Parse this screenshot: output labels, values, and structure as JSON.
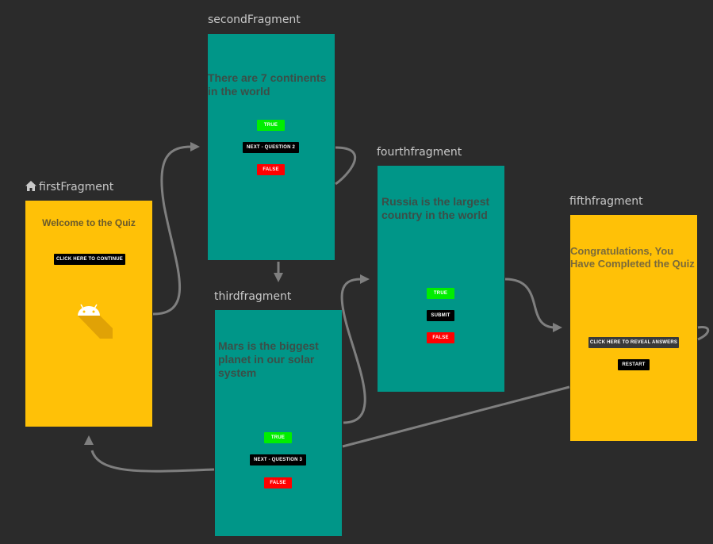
{
  "colors": {
    "canvas": "#2b2b2b",
    "arrow": "#7f7f7f",
    "yellow_screen": "#ffc107",
    "teal_screen": "#009688",
    "true_button": "#00ee00",
    "false_button": "#ff0000"
  },
  "first": {
    "label": "firstFragment",
    "title": "Welcome to the Quiz",
    "button": "CLICK HERE TO CONTINUE",
    "icon": "android-icon"
  },
  "second": {
    "label": "secondFragment",
    "question": "There are 7 continents in the world",
    "true_btn": "TRUE",
    "next_btn": "NEXT - QUESTION 2",
    "false_btn": "FALSE"
  },
  "third": {
    "label": "thirdfragment",
    "question": "Mars is the biggest planet in our solar system",
    "true_btn": "TRUE",
    "next_btn": "NEXT - QUESTION 3",
    "false_btn": "FALSE"
  },
  "fourth": {
    "label": "fourthfragment",
    "question": "Russia is the largest country in the world",
    "true_btn": "TRUE",
    "submit_btn": "SUBMIT",
    "false_btn": "FALSE"
  },
  "fifth": {
    "label": "fifthfragment",
    "title": "Congratulations, You Have Completed the Quiz",
    "reveal_btn": "CLICK HERE TO REVEAL ANSWERS",
    "restart_btn": "RESTART"
  }
}
